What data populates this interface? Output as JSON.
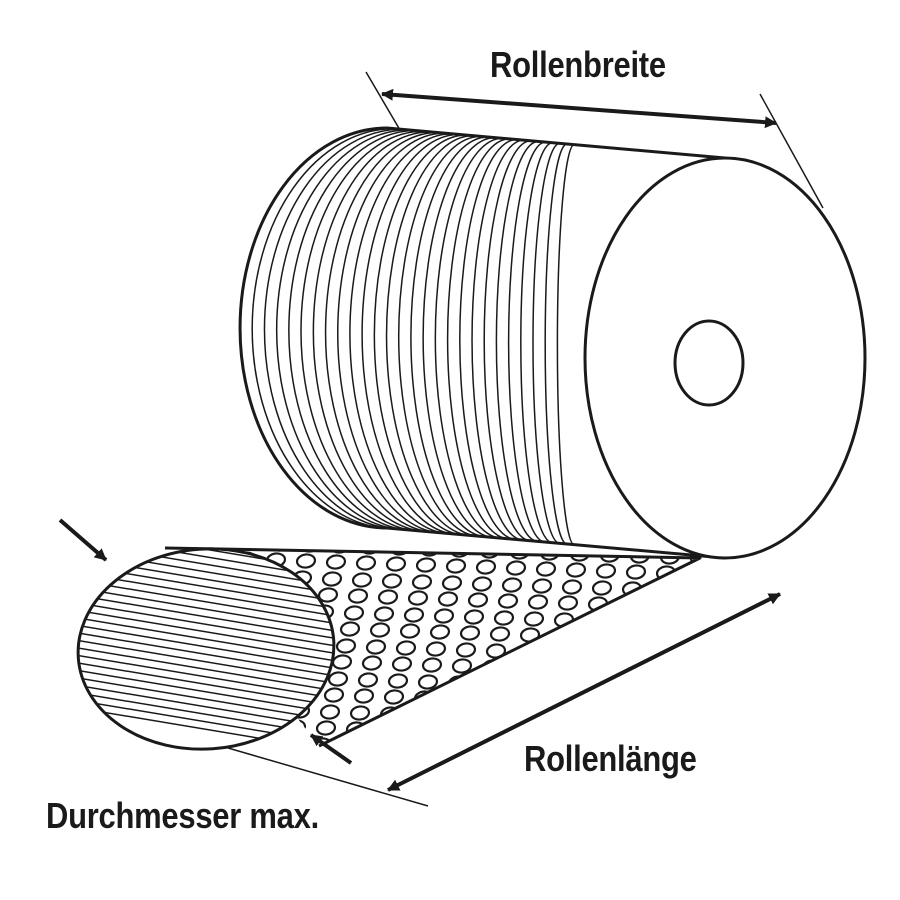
{
  "diagram": {
    "labels": {
      "roll_width": "Rollenbreite",
      "roll_length": "Rollenlänge",
      "diameter_max": "Durchmesser max."
    },
    "colors": {
      "stroke": "#1a1a1a",
      "fill": "#ffffff"
    }
  }
}
